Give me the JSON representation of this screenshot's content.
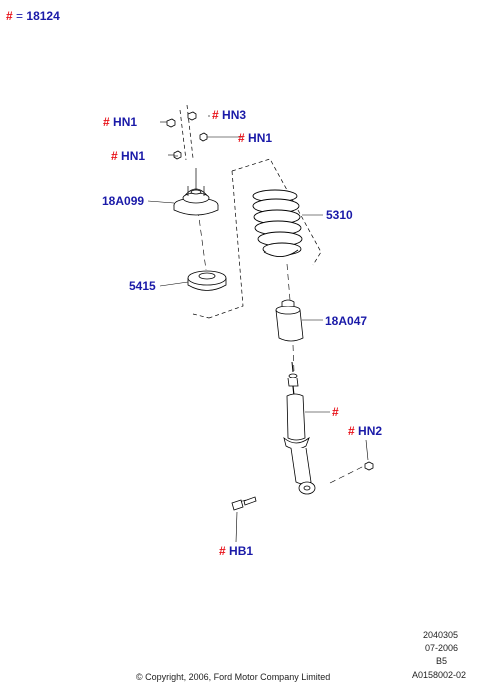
{
  "header": {
    "hash": "#",
    "equals": "=",
    "base_part": "18124"
  },
  "callouts": {
    "hn1_a": {
      "hash": "#",
      "code": "HN1"
    },
    "hn3": {
      "hash": "#",
      "code": "HN3"
    },
    "hn1_b": {
      "hash": "#",
      "code": "HN1"
    },
    "hn1_c": {
      "hash": "#",
      "code": "HN1"
    },
    "mount": {
      "code": "18A099"
    },
    "spring": {
      "code": "5310"
    },
    "insulator": {
      "code": "5415"
    },
    "bumper": {
      "code": "18A047"
    },
    "shock": {
      "hash": "#"
    },
    "hn2": {
      "hash": "#",
      "code": "HN2"
    },
    "hb1": {
      "hash": "#",
      "code": "HB1"
    }
  },
  "footer": {
    "ref": "2040305",
    "date": "07-2006",
    "rev": "B5",
    "illustration_id": "A0158002-02",
    "copyright": "© Copyright, 2006, Ford Motor Company Limited"
  }
}
